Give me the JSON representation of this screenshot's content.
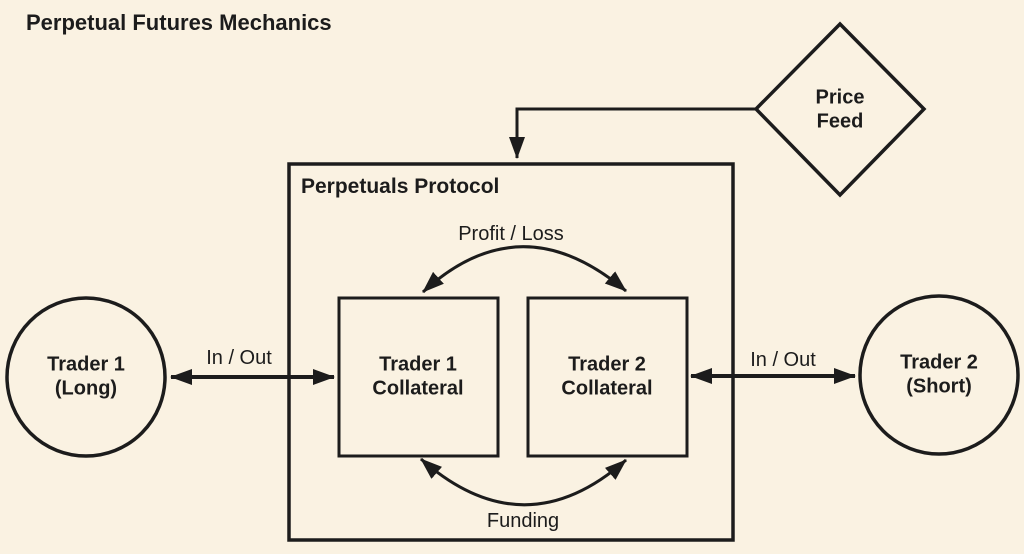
{
  "title": "Perpetual Futures Mechanics",
  "colors": {
    "background": "#FAF2E2",
    "line": "#1C1C1C",
    "text": "#1C1C1C"
  },
  "nodes": {
    "price_feed": {
      "label": "Price\nFeed",
      "shape": "diamond"
    },
    "protocol": {
      "label": "Perpetuals Protocol",
      "shape": "rectangle"
    },
    "trader1_collateral": {
      "label": "Trader 1\nCollateral",
      "shape": "rectangle"
    },
    "trader2_collateral": {
      "label": "Trader 2\nCollateral",
      "shape": "rectangle"
    },
    "trader1": {
      "label": "Trader 1\n(Long)",
      "shape": "circle"
    },
    "trader2": {
      "label": "Trader 2\n(Short)",
      "shape": "circle"
    }
  },
  "edges": {
    "price_feed_to_protocol": {
      "label": "",
      "type": "arrow",
      "from": "price_feed",
      "to": "protocol"
    },
    "in_out_left": {
      "label": "In / Out",
      "type": "double-arrow",
      "from": "trader1",
      "to": "trader1_collateral"
    },
    "in_out_right": {
      "label": "In / Out",
      "type": "double-arrow",
      "from": "trader2_collateral",
      "to": "trader2"
    },
    "profit_loss": {
      "label": "Profit / Loss",
      "type": "double-arrow-arc",
      "from": "trader1_collateral",
      "to": "trader2_collateral"
    },
    "funding": {
      "label": "Funding",
      "type": "double-arrow-arc",
      "from": "trader1_collateral",
      "to": "trader2_collateral"
    }
  }
}
